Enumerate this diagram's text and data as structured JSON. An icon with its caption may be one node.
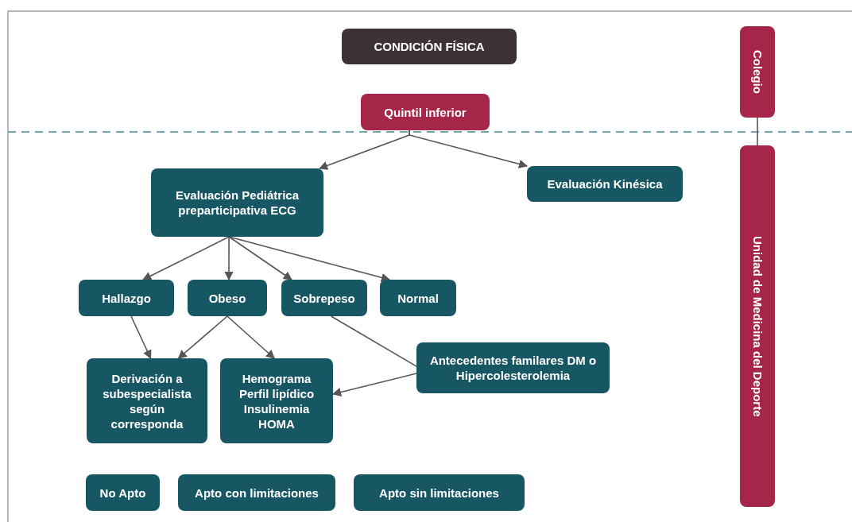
{
  "diagram": {
    "nodes": [
      {
        "text": [
          "CONDICIÓN FÍSICA"
        ]
      },
      {
        "text": [
          "Quintil inferior"
        ]
      },
      {
        "text": [
          "Colegio"
        ]
      },
      {
        "text": [
          "Unidad de Medicina del Deporte"
        ]
      },
      {
        "text": [
          "Evaluación Pediátrica preparticipativa ECG"
        ]
      },
      {
        "text": [
          "Evaluación Kinésica"
        ]
      },
      {
        "text": [
          "Hallazgo"
        ]
      },
      {
        "text": [
          "Obeso"
        ]
      },
      {
        "text": [
          "Sobrepeso"
        ]
      },
      {
        "text": [
          "Normal"
        ]
      },
      {
        "text": [
          "Derivación a subespecialista según corresponda"
        ]
      },
      {
        "text": [
          "Hemograma Perfil lipídico Insulinemia HOMA"
        ]
      },
      {
        "text": [
          "Antecedentes familares DM o Hipercolesterolemia"
        ]
      },
      {
        "text": [
          "No Apto"
        ]
      },
      {
        "text": [
          "Apto con limitaciones"
        ]
      },
      {
        "text": [
          "Apto sin limitaciones"
        ]
      }
    ],
    "edges": [
      {
        "from": 1,
        "to": 4,
        "arrow": "to"
      },
      {
        "from": 1,
        "to": 5,
        "arrow": "to"
      },
      {
        "from": 4,
        "to": 6,
        "arrow": "to"
      },
      {
        "from": 4,
        "to": 7,
        "arrow": "to"
      },
      {
        "from": 4,
        "to": 8,
        "arrow": "to"
      },
      {
        "from": 4,
        "to": 9,
        "arrow": "to"
      },
      {
        "from": 6,
        "to": 10,
        "arrow": "to"
      },
      {
        "from": 7,
        "to": 10,
        "arrow": "to"
      },
      {
        "from": 7,
        "to": 11,
        "arrow": "to"
      },
      {
        "from": 8,
        "to": 12,
        "arrow": "none"
      },
      {
        "from": 12,
        "to": 11,
        "arrow": "to"
      },
      {
        "from": 2,
        "to": 3,
        "arrow": "none"
      }
    ]
  }
}
